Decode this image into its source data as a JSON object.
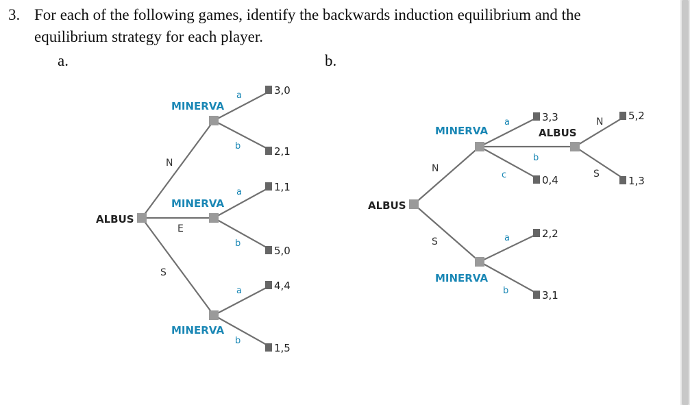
{
  "question": {
    "number": "3.",
    "text": "For each of the following games, identify the backwards induction equilibrium and the equilibrium strategy for each player."
  },
  "parts": {
    "a": "a.",
    "b": "b."
  },
  "tree_a": {
    "root": "ALBUS",
    "edges": {
      "n": "N",
      "e": "E",
      "s": "S"
    },
    "top": {
      "player": "MINERVA",
      "a": "a",
      "b": "b",
      "pay_a": "3,0",
      "pay_b": "2,1"
    },
    "mid": {
      "player": "MINERVA",
      "a": "a",
      "b": "b",
      "pay_a": "1,1",
      "pay_b": "5,0"
    },
    "bot": {
      "player": "MINERVA",
      "a": "a",
      "b": "b",
      "pay_a": "4,4",
      "pay_b": "1,5"
    }
  },
  "tree_b": {
    "root": "ALBUS",
    "edges": {
      "n": "N",
      "s": "S"
    },
    "upper": {
      "player": "MINERVA",
      "a": "a",
      "b": "b",
      "c": "c",
      "pay_a": "3,3",
      "pay_c": "0,4"
    },
    "albus2": {
      "player": "ALBUS",
      "n": "N",
      "s": "S",
      "pay_n": "5,2",
      "pay_s": "1,3"
    },
    "lower": {
      "player": "MINERVA",
      "a": "a",
      "b": "b",
      "pay_a": "2,2",
      "pay_b": "3,1"
    }
  },
  "colors": {
    "player": "#1a87b5",
    "edge": "#707070",
    "node": "#9a9a9a"
  }
}
